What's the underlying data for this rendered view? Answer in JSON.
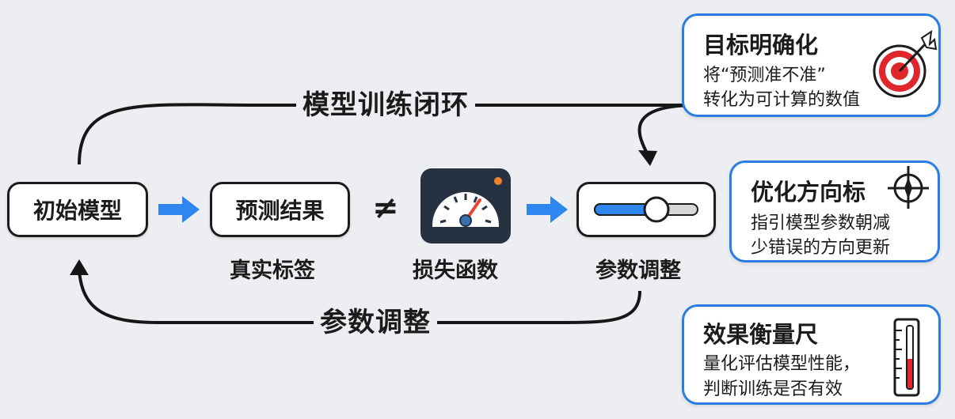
{
  "loop": {
    "top_label": "模型训练闭环",
    "bottom_label": "参数调整"
  },
  "nodes": {
    "initial_model": "初始模型",
    "prediction": "预测结果",
    "true_label": "真实标签",
    "not_equal": "≠",
    "loss_function": "损失函数",
    "param_adjust": "参数调整"
  },
  "cards": [
    {
      "title": "目标明确化",
      "lines": [
        "将“预测准不准”",
        "转化为可计算的数值"
      ],
      "icon": "target-icon"
    },
    {
      "title": "优化方向标",
      "lines": [
        "指引模型参数朝减",
        "少错误的方向更新"
      ],
      "icon": "compass-icon"
    },
    {
      "title": "效果衡量尺",
      "lines": [
        "量化评估模型性能，",
        "判断训练是否有效"
      ],
      "icon": "thermometer-icon"
    }
  ],
  "colors": {
    "accent_blue": "#2a7de1",
    "arrow_blue": "#2f86ee",
    "gauge_needle": "#e8452f",
    "target_red": "#e0262b",
    "gauge_bg": "#263241",
    "dot_orange": "#f0832a"
  }
}
